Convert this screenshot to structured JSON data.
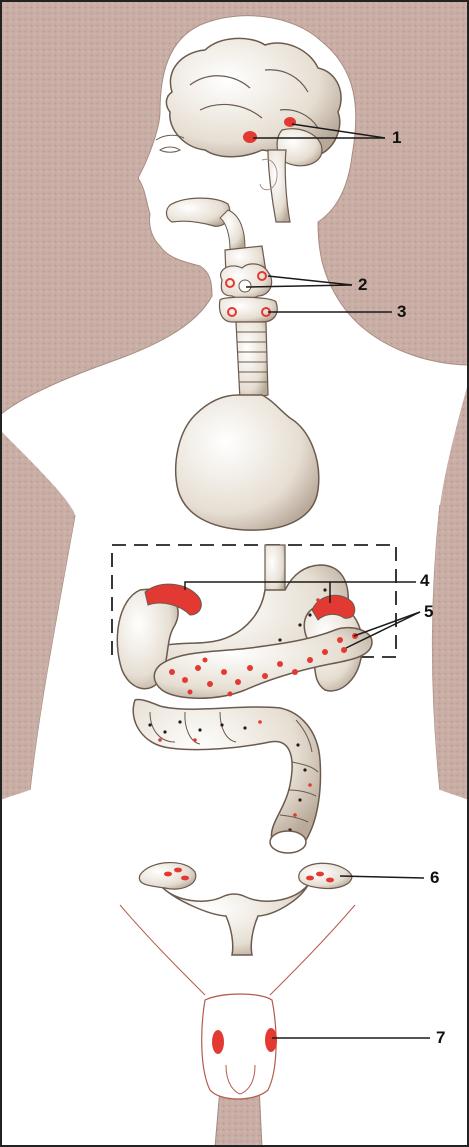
{
  "figure": {
    "labels": [
      "1",
      "2",
      "3",
      "4",
      "5",
      "6",
      "7"
    ]
  },
  "colors": {
    "background": "#c9aea6",
    "body_fill": "#ffffff",
    "organ_fill": "#ece7de",
    "organ_stroke": "#6b5a4e",
    "gland_red": "#e23a32",
    "leader_line": "#1a1a1a",
    "frame": "#222222"
  }
}
